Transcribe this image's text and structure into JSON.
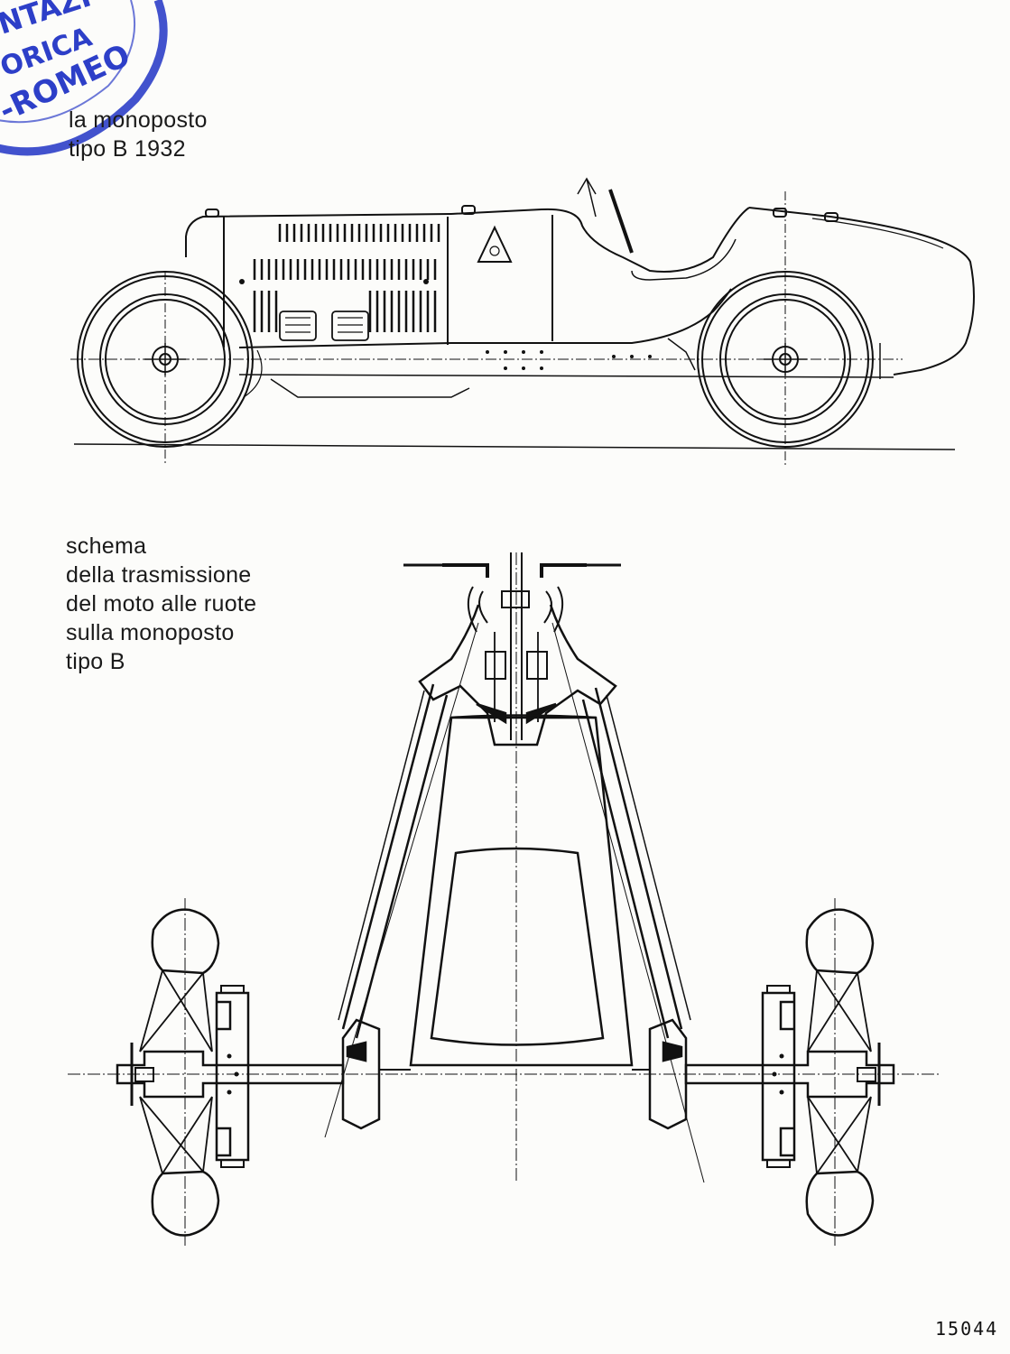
{
  "stamp": {
    "lines": [
      "NTAZI",
      "ORICA",
      "-ROMEO"
    ],
    "color": "#2d3fc8"
  },
  "side_view": {
    "caption": [
      "la monoposto",
      "tipo B 1932"
    ]
  },
  "transmission_diagram": {
    "caption": [
      "schema",
      "della trasmissione",
      "del moto alle ruote",
      "sulla monoposto",
      "tipo B"
    ]
  },
  "document_number": "15044",
  "colors": {
    "ink": "#111111",
    "paper": "#fcfcfa",
    "stamp": "#2d3fc8"
  }
}
